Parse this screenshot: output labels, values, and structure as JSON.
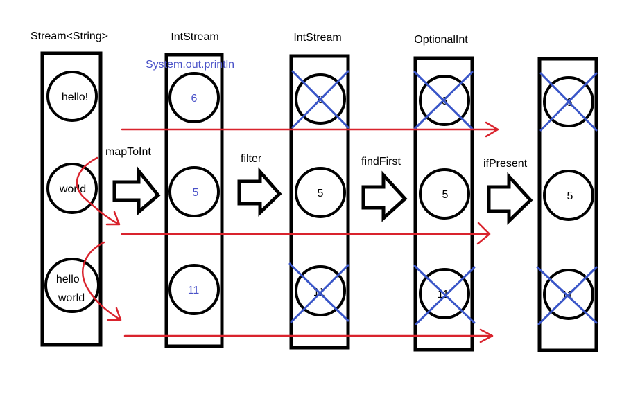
{
  "columns": [
    {
      "title": "Stream<String>",
      "items": [
        "hello!",
        "world",
        "hello world"
      ],
      "crossed": [
        false,
        false,
        false
      ],
      "blue_items": false
    },
    {
      "title": "IntStream",
      "items": [
        "6",
        "5",
        "11"
      ],
      "crossed": [
        false,
        false,
        false
      ],
      "blue_items": true
    },
    {
      "title": "IntStream",
      "items": [
        "6",
        "5",
        "11"
      ],
      "crossed": [
        true,
        false,
        true
      ],
      "blue_items": false
    },
    {
      "title": "OptionalInt",
      "items": [
        "6",
        "5",
        "11"
      ],
      "crossed": [
        true,
        false,
        true
      ],
      "blue_items": false
    },
    {
      "title": "",
      "items": [
        "6",
        "5",
        "11"
      ],
      "crossed": [
        true,
        false,
        true
      ],
      "blue_items": false
    }
  ],
  "operations": [
    "mapToInt",
    "filter",
    "findFirst",
    "ifPresent"
  ],
  "annotation": "System.out.println",
  "colors": {
    "stroke": "#000000",
    "flow": "#d9232d",
    "cross": "#3a56c8",
    "blue_text": "#4a52c8"
  }
}
